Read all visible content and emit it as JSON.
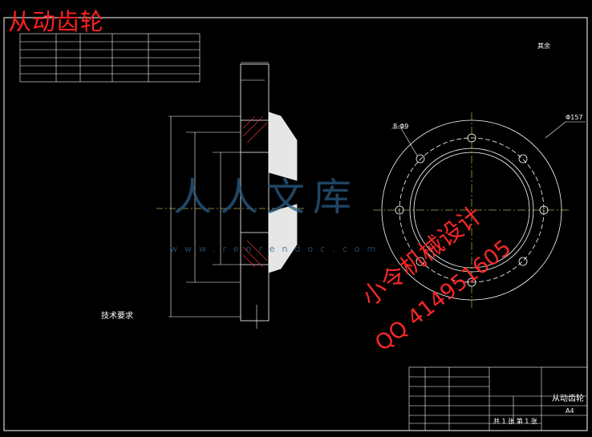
{
  "title": "从动齿轮",
  "watermark": {
    "site_cn": "人人文库",
    "url": "www.renrendoc.com",
    "designer": "小令机械设计",
    "qq": "QQ 414951605"
  },
  "params_table": {
    "header": [
      "",
      "",
      "",
      "",
      ""
    ],
    "rows": [
      [
        "",
        "",
        "",
        "",
        ""
      ],
      [
        "",
        "",
        "",
        "",
        ""
      ],
      [
        "",
        "",
        "",
        "",
        ""
      ],
      [
        "",
        "",
        "",
        "",
        ""
      ],
      [
        "",
        "",
        "",
        "",
        ""
      ]
    ]
  },
  "drawing_labels": {
    "hole_callout": "8-Φ9",
    "circle_dia": "Φ157",
    "roughness": "其余"
  },
  "notes": {
    "heading": "技术要求"
  },
  "title_block": {
    "part_name": "从动齿轮",
    "scale": "A4",
    "sheet": "共 1 张  第 1 张"
  },
  "colors": {
    "background": "#000000",
    "lines": "#ffffff",
    "title": "#ff2020",
    "watermark_blue": "#2b5c86",
    "center": "#ffff66",
    "accent": "#ff3030"
  }
}
